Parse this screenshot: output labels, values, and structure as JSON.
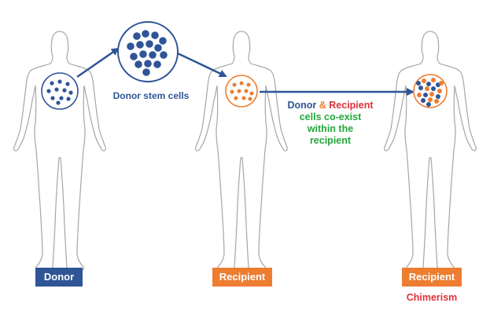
{
  "colors": {
    "donor": "#2f5597",
    "recipient": "#ed7d31",
    "recipient_text": "#e0303b",
    "coexist": "#22a83a",
    "chimerism": "#e0303b",
    "outline": "#a6a6a6",
    "arrow": "#2f5597"
  },
  "labels": {
    "donor": "Donor",
    "recipient": "Recipient",
    "recipient_final": "Recipient",
    "chimerism": "Chimerism"
  },
  "captions": {
    "donor_stem_cells": "Donor stem cells",
    "coexist_donor": "Donor",
    "coexist_amp": " & ",
    "coexist_recipient": "Recipient",
    "coexist_line2": "cells co-exist",
    "coexist_line3": "within the",
    "coexist_line4": "recipient"
  },
  "figures": [
    {
      "role": "donor",
      "cells": "donor"
    },
    {
      "role": "recipient",
      "cells": "recipient"
    },
    {
      "role": "recipient",
      "cells": "mixed"
    }
  ]
}
